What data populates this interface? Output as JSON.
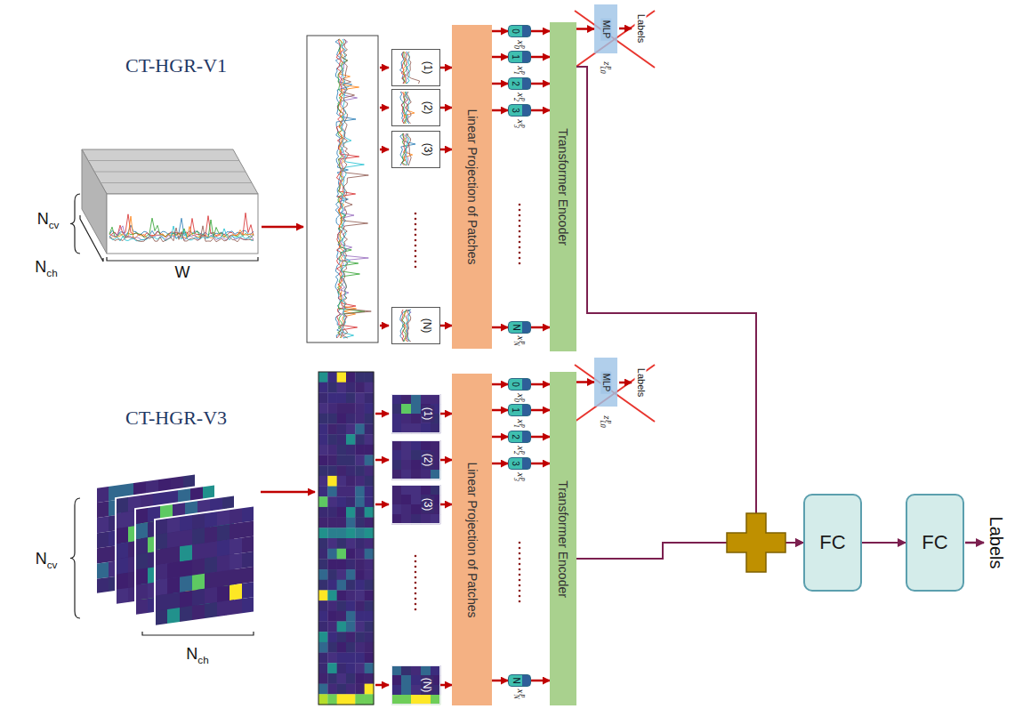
{
  "diagram": {
    "nodes": [
      {
        "text": [
          "(1)"
        ]
      },
      {
        "text": [
          "(2)"
        ]
      },
      {
        "text": [
          "(3)"
        ]
      },
      {
        "text": [
          "(N)"
        ]
      },
      {
        "text": [
          "Linear Projection of Patches"
        ]
      },
      {
        "text": [
          "0"
        ]
      },
      {
        "text": [
          "1"
        ]
      },
      {
        "text": [
          "2"
        ]
      },
      {
        "text": [
          "3"
        ]
      },
      {
        "text": [
          "N"
        ]
      },
      {
        "text": [
          "Transformer Encoder"
        ]
      },
      {
        "text": [
          "MLP"
        ]
      },
      {
        "text": [
          "(1)"
        ]
      },
      {
        "text": [
          "(2)"
        ]
      },
      {
        "text": [
          "(3)"
        ]
      },
      {
        "text": [
          "(N)"
        ]
      },
      {
        "text": [
          "Linear Projection of Patches"
        ]
      },
      {
        "text": [
          "0"
        ]
      },
      {
        "text": [
          "1"
        ]
      },
      {
        "text": [
          "2"
        ]
      },
      {
        "text": [
          "3"
        ]
      },
      {
        "text": [
          "N"
        ]
      },
      {
        "text": [
          "Transformer Encoder"
        ]
      },
      {
        "text": [
          "MLP"
        ]
      },
      {
        "text": [
          "FC"
        ]
      },
      {
        "text": [
          "FC"
        ]
      }
    ],
    "edges": [
      {
        "from": 0,
        "to": 4,
        "arrow": "to"
      },
      {
        "from": 1,
        "to": 4,
        "arrow": "to"
      },
      {
        "from": 2,
        "to": 4,
        "arrow": "to"
      },
      {
        "from": 3,
        "to": 4,
        "arrow": "to"
      },
      {
        "from": 4,
        "to": 5,
        "arrow": "to"
      },
      {
        "from": 4,
        "to": 6,
        "arrow": "to"
      },
      {
        "from": 4,
        "to": 7,
        "arrow": "to"
      },
      {
        "from": 4,
        "to": 8,
        "arrow": "to"
      },
      {
        "from": 4,
        "to": 9,
        "arrow": "to"
      },
      {
        "from": 5,
        "to": 10,
        "arrow": "to"
      },
      {
        "from": 6,
        "to": 10,
        "arrow": "to"
      },
      {
        "from": 7,
        "to": 10,
        "arrow": "to"
      },
      {
        "from": 8,
        "to": 10,
        "arrow": "to"
      },
      {
        "from": 9,
        "to": 10,
        "arrow": "to"
      },
      {
        "from": 10,
        "to": 11,
        "arrow": "to"
      },
      {
        "from": 12,
        "to": 16,
        "arrow": "to"
      },
      {
        "from": 13,
        "to": 16,
        "arrow": "to"
      },
      {
        "from": 14,
        "to": 16,
        "arrow": "to"
      },
      {
        "from": 15,
        "to": 16,
        "arrow": "to"
      },
      {
        "from": 16,
        "to": 17,
        "arrow": "to"
      },
      {
        "from": 16,
        "to": 18,
        "arrow": "to"
      },
      {
        "from": 16,
        "to": 19,
        "arrow": "to"
      },
      {
        "from": 16,
        "to": 20,
        "arrow": "to"
      },
      {
        "from": 16,
        "to": 21,
        "arrow": "to"
      },
      {
        "from": 17,
        "to": 22,
        "arrow": "to"
      },
      {
        "from": 18,
        "to": 22,
        "arrow": "to"
      },
      {
        "from": 19,
        "to": 22,
        "arrow": "to"
      },
      {
        "from": 20,
        "to": 22,
        "arrow": "to"
      },
      {
        "from": 21,
        "to": 22,
        "arrow": "to"
      },
      {
        "from": 22,
        "to": 23,
        "arrow": "to"
      },
      {
        "from": 10,
        "to": 24,
        "arrow": "to"
      },
      {
        "from": 22,
        "to": 24,
        "arrow": "to"
      },
      {
        "from": 24,
        "to": 25,
        "arrow": "to"
      }
    ],
    "labels": [
      "CT-HGR-V1",
      "N",
      "cv",
      "N",
      "ch",
      "W",
      "x",
      "0",
      "p",
      "x",
      "1",
      "p",
      "x",
      "2",
      "p",
      "x",
      "3",
      "p",
      "x",
      "N",
      "p",
      "z",
      "L0",
      "p",
      "Labels",
      "CT-HGR-V3",
      "N",
      "cv",
      "N",
      "ch",
      "x",
      "0",
      "p",
      "x",
      "1",
      "p",
      "x",
      "2",
      "p",
      "x",
      "3",
      "p",
      "x",
      "N",
      "p",
      "z",
      "L0",
      "p",
      "Labels",
      "Labels"
    ]
  }
}
